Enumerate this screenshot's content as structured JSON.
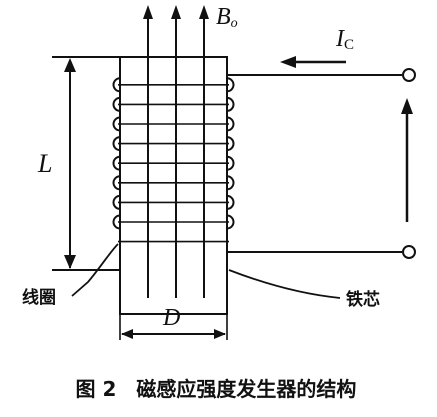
{
  "labels": {
    "b_field": "B",
    "b_field_sub": "o",
    "current": "I",
    "current_sub": "C",
    "length": "L",
    "diameter": "D",
    "coil": "线圈",
    "iron_core": "铁芯"
  },
  "caption": "图 2　磁感应强度发生器的结构",
  "colors": {
    "ink": "#111111",
    "background": "#ffffff"
  }
}
